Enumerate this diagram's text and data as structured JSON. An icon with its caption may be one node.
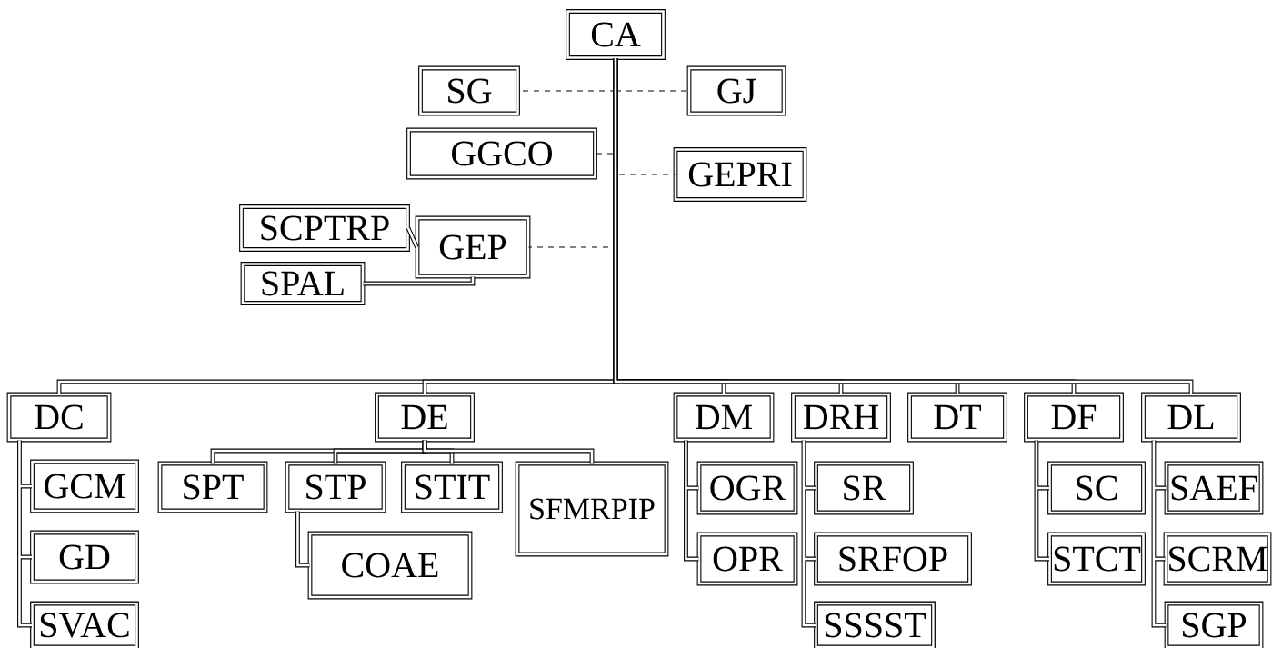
{
  "diagram": {
    "nodes": [
      {
        "text": [
          "CA"
        ]
      },
      {
        "text": [
          "SG"
        ]
      },
      {
        "text": [
          "GJ"
        ]
      },
      {
        "text": [
          "GGCO"
        ]
      },
      {
        "text": [
          "GEPRI"
        ]
      },
      {
        "text": [
          "SCPTRP"
        ]
      },
      {
        "text": [
          "GEP"
        ]
      },
      {
        "text": [
          "SPAL"
        ]
      },
      {
        "text": [
          "DC"
        ]
      },
      {
        "text": [
          "DE"
        ]
      },
      {
        "text": [
          "DM"
        ]
      },
      {
        "text": [
          "DRH"
        ]
      },
      {
        "text": [
          "DT"
        ]
      },
      {
        "text": [
          "DF"
        ]
      },
      {
        "text": [
          "DL"
        ]
      },
      {
        "text": [
          "GCM"
        ]
      },
      {
        "text": [
          "GD"
        ]
      },
      {
        "text": [
          "SVAC"
        ]
      },
      {
        "text": [
          "SPT"
        ]
      },
      {
        "text": [
          "STP"
        ]
      },
      {
        "text": [
          "STIT"
        ]
      },
      {
        "text": [
          "SFMRPIP"
        ]
      },
      {
        "text": [
          "COAE"
        ]
      },
      {
        "text": [
          "OGR"
        ]
      },
      {
        "text": [
          "OPR"
        ]
      },
      {
        "text": [
          "SR"
        ]
      },
      {
        "text": [
          "SRFOP"
        ]
      },
      {
        "text": [
          "SSSST"
        ]
      },
      {
        "text": [
          "SC"
        ]
      },
      {
        "text": [
          "STCT"
        ]
      },
      {
        "text": [
          "SAEF"
        ]
      },
      {
        "text": [
          "SCRM"
        ]
      },
      {
        "text": [
          "SGP"
        ]
      }
    ],
    "edges": [
      {
        "from": 0,
        "to": 1,
        "arrow": "none",
        "style": "dashed"
      },
      {
        "from": 0,
        "to": 2,
        "arrow": "none",
        "style": "dashed"
      },
      {
        "from": 0,
        "to": 3,
        "arrow": "none",
        "style": "dashed"
      },
      {
        "from": 0,
        "to": 4,
        "arrow": "none",
        "style": "dashed"
      },
      {
        "from": 0,
        "to": 6,
        "arrow": "none",
        "style": "dashed"
      },
      {
        "from": 6,
        "to": 5,
        "arrow": "none"
      },
      {
        "from": 6,
        "to": 7,
        "arrow": "none"
      },
      {
        "from": 0,
        "to": 8,
        "arrow": "none"
      },
      {
        "from": 0,
        "to": 9,
        "arrow": "none"
      },
      {
        "from": 0,
        "to": 10,
        "arrow": "none"
      },
      {
        "from": 0,
        "to": 11,
        "arrow": "none"
      },
      {
        "from": 0,
        "to": 12,
        "arrow": "none"
      },
      {
        "from": 0,
        "to": 13,
        "arrow": "none"
      },
      {
        "from": 0,
        "to": 14,
        "arrow": "none"
      },
      {
        "from": 8,
        "to": 15,
        "arrow": "none"
      },
      {
        "from": 8,
        "to": 16,
        "arrow": "none"
      },
      {
        "from": 8,
        "to": 17,
        "arrow": "none"
      },
      {
        "from": 9,
        "to": 18,
        "arrow": "none"
      },
      {
        "from": 9,
        "to": 19,
        "arrow": "none"
      },
      {
        "from": 9,
        "to": 20,
        "arrow": "none"
      },
      {
        "from": 9,
        "to": 21,
        "arrow": "none"
      },
      {
        "from": 19,
        "to": 22,
        "arrow": "none"
      },
      {
        "from": 10,
        "to": 23,
        "arrow": "none"
      },
      {
        "from": 10,
        "to": 24,
        "arrow": "none"
      },
      {
        "from": 11,
        "to": 25,
        "arrow": "none"
      },
      {
        "from": 11,
        "to": 26,
        "arrow": "none"
      },
      {
        "from": 11,
        "to": 27,
        "arrow": "none"
      },
      {
        "from": 13,
        "to": 28,
        "arrow": "none"
      },
      {
        "from": 13,
        "to": 29,
        "arrow": "none"
      },
      {
        "from": 14,
        "to": 30,
        "arrow": "none"
      },
      {
        "from": 14,
        "to": 31,
        "arrow": "none"
      },
      {
        "from": 14,
        "to": 32,
        "arrow": "none"
      }
    ]
  }
}
